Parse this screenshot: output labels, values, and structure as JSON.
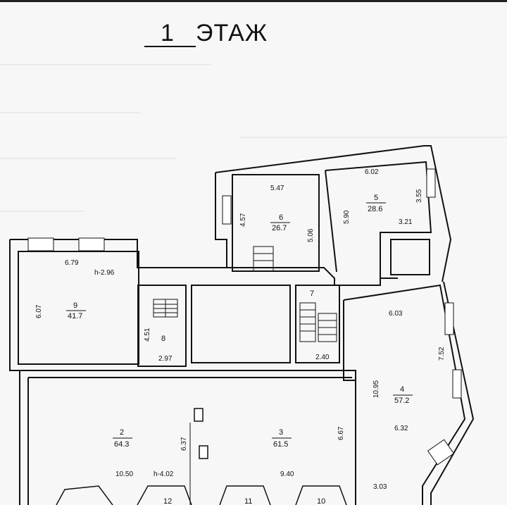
{
  "title": {
    "number": "1",
    "text": "ЭТАЖ"
  },
  "rooms": {
    "r2": {
      "number": "2",
      "area": "64.3"
    },
    "r3": {
      "number": "3",
      "area": "61.5"
    },
    "r4": {
      "number": "4",
      "area": "57.2"
    },
    "r5": {
      "number": "5",
      "area": "28.6"
    },
    "r6": {
      "number": "6",
      "area": "26.7"
    },
    "r7": {
      "number": "7"
    },
    "r8": {
      "number": "8"
    },
    "r9": {
      "number": "9",
      "area": "41.7"
    },
    "r10": {
      "number": "10"
    },
    "r11": {
      "number": "11"
    },
    "r12": {
      "number": "12"
    }
  },
  "dims": {
    "d547": "5.47",
    "d457": "4.57",
    "d506": "5.06",
    "d602": "6.02",
    "d590": "5.90",
    "d355": "3.55",
    "d321": "3.21",
    "d679": "6.79",
    "h296": "h-2.96",
    "d607": "6.07",
    "d451": "4.51",
    "d297": "2.97",
    "d240": "2.40",
    "d603": "6.03",
    "d752": "7.52",
    "d1095": "10.95",
    "d632": "6.32",
    "d303": "3.03",
    "d637": "6.37",
    "d667": "6.67",
    "d1050": "10.50",
    "h402": "h-4.02",
    "d940": "9.40"
  }
}
